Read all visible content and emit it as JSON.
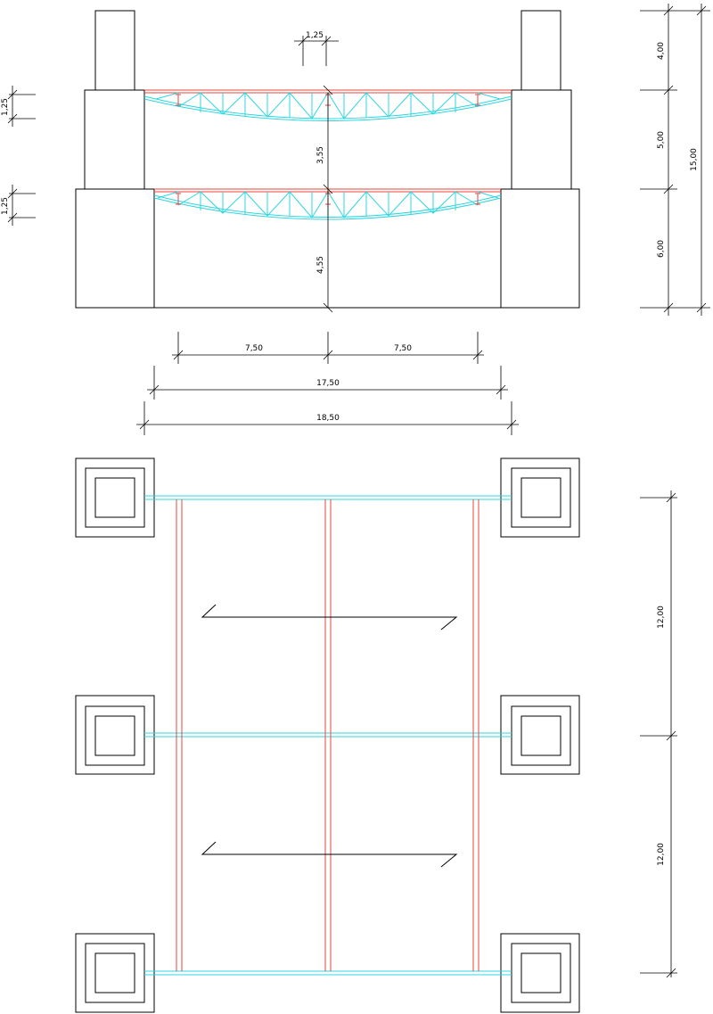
{
  "colors": {
    "outline": "#000000",
    "steel_beam": "#e8453c",
    "truss": "#2fd6e0"
  },
  "elevation": {
    "dims": {
      "chord_spacing": "1,25",
      "truss_depth_top": "1,25",
      "truss_depth_bottom": "1,25",
      "clear_height_upper": "3,55",
      "clear_height_lower": "4,55",
      "bay_left": "7,50",
      "bay_right": "7,50",
      "span_inner": "17,50",
      "span_outer": "18,50"
    },
    "levels": {
      "seg_top": "4,00",
      "seg_mid": "5,00",
      "seg_bottom": "6,00",
      "total": "15,00"
    }
  },
  "plan": {
    "dims": {
      "bay_1": "12,00",
      "bay_2": "12,00"
    }
  }
}
